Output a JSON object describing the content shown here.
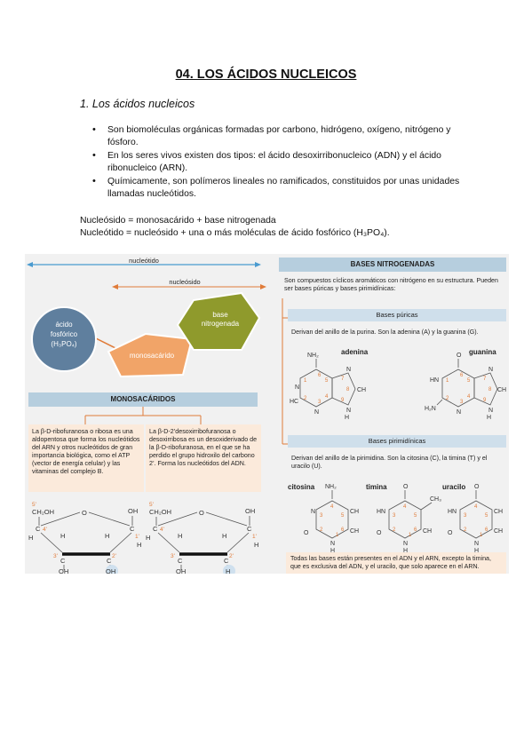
{
  "title": "04. LOS ÁCIDOS NUCLEICOS",
  "section": "1. Los ácidos nucleicos",
  "bullets": [
    "Son biomoléculas orgánicas formadas por carbono, hidrógeno, oxígeno, nitrógeno y fósforo.",
    "En los seres vivos existen dos tipos: el ácido desoxirribonucleico (ADN) y el ácido ribonucleico (ARN).",
    "Químicamente, son polímeros lineales no ramificados, constituidos por unas unidades llamadas nucleótidos."
  ],
  "formulas": {
    "nucleosido": "Nucleósido = monosacárido + base nitrogenada",
    "nucleotido": "Nucleótido = nucleósido + una o más moléculas de ácido fosfórico (H₃PO₄)."
  },
  "figure": {
    "nucleotido_label": "nucleótido",
    "nucleosido_label": "nucleósido",
    "phosphoric": [
      "ácido",
      "fosfórico",
      "(H₃PO₄)"
    ],
    "monosacarido": "monosacárido",
    "base": [
      "base",
      "nitrogenada"
    ],
    "mono_header": "MONOSACÁRIDOS",
    "ribose_text": "La β-D-ribofuranosa o ribosa es una aldopentosa que forma los nucleótidos del ARN y otros nucleótidos de gran importancia biológica, como el ATP (vector de energía celular) y las vitaminas del complejo B.",
    "deoxy_text": "La β-D-2’desoxirribofuranosa o desoxirribosa es un desoxiderivado de la β-D-ribofuranosa, en el que se ha perdido el grupo hidroxilo del carbono 2’. Forma los nucleótidos del ADN.",
    "bases_header": "BASES NITROGENADAS",
    "bases_intro": "Son compuestos cíclicos aromáticos con nitrógeno en su estructura. Pueden ser bases púricas y bases pirimidínicas:",
    "puricas_header": "Bases púricas",
    "puricas_text": "Derivan del anillo de la purina. Son la adenina (A) y la guanina (G).",
    "adenina": "adenina",
    "guanina": "guanina",
    "pirimidinicas_header": "Bases pirimidínicas",
    "pirimidinicas_text": "Derivan del anillo de la pirimidina. Son la citosina (C), la timina (T) y el uracilo (U).",
    "citosina": "citosina",
    "timina": "timina",
    "uracilo": "uracilo",
    "footer_text": "Todas las bases están presentes en el ADN y el ARN, excepto la timina, que es exclusiva del ADN, y el uracilo, que solo aparece en el ARN."
  },
  "colors": {
    "accent_orange": "#e07b39",
    "blue_arrow": "#4a9bd0",
    "header_blue": "#b6cede",
    "box_peach": "#fbeadb",
    "pentagon": "#f1a468",
    "base_olive": "#8f9a2c"
  }
}
